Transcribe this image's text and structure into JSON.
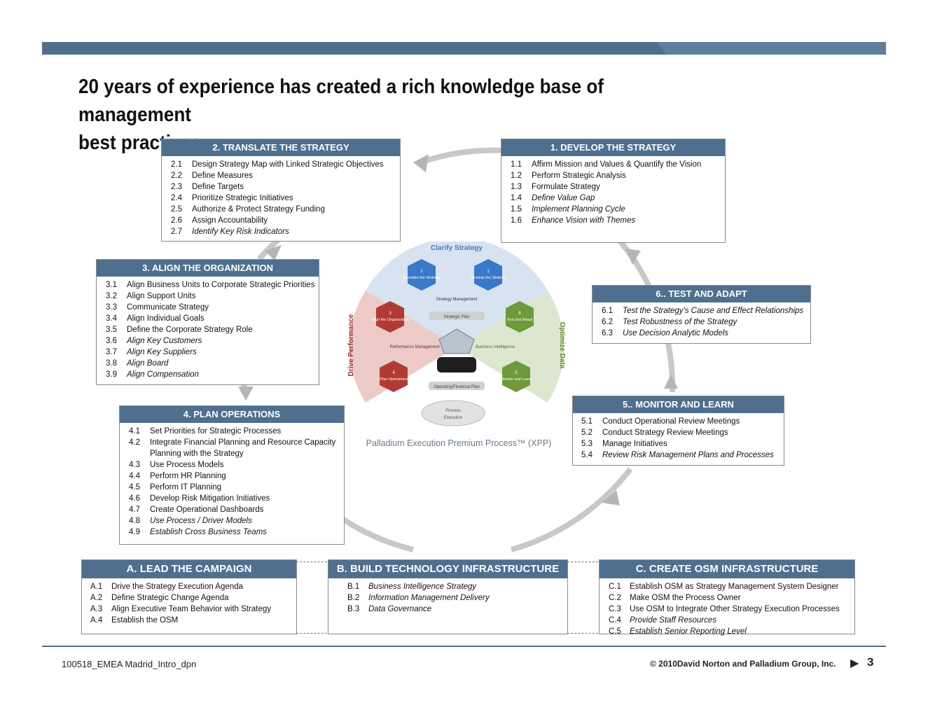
{
  "slide": {
    "title_line1": "20 years of experience has created a rich knowledge base of management",
    "title_line2": "best practices",
    "footer_left": "100518_EMEA Madrid_Intro_dpn",
    "footer_right": "© 2010David Norton and Palladium Group, Inc.",
    "footer_arrow": "▶",
    "page_number": "3"
  },
  "colors": {
    "header": "#4f6f8f",
    "cycle_arrow": "#c8c8c8"
  },
  "boxes": {
    "translate": {
      "header": "2.  TRANSLATE THE STRATEGY",
      "items": [
        {
          "num": "2.1",
          "text": "Design Strategy Map with Linked Strategic Objectives",
          "italic": false
        },
        {
          "num": "2.2",
          "text": "Define Measures",
          "italic": false
        },
        {
          "num": "2.3",
          "text": "Define Targets",
          "italic": false
        },
        {
          "num": "2.4",
          "text": "Prioritize Strategic Initiatives",
          "italic": false
        },
        {
          "num": "2.5",
          "text": "Authorize & Protect Strategy Funding",
          "italic": false
        },
        {
          "num": "2.6",
          "text": "Assign Accountability",
          "italic": false
        },
        {
          "num": "2.7",
          "text": "Identify Key Risk Indicators",
          "italic": true
        }
      ]
    },
    "develop": {
      "header": "1.  DEVELOP THE STRATEGY",
      "items": [
        {
          "num": "1.1",
          "text": "Affirm Mission and Values & Quantify the Vision",
          "italic": false
        },
        {
          "num": "1.2",
          "text": "Perform Strategic Analysis",
          "italic": false
        },
        {
          "num": "1.3",
          "text": "Formulate Strategy",
          "italic": false
        },
        {
          "num": "1.4",
          "text": "Define Value Gap",
          "italic": true
        },
        {
          "num": "1.5",
          "text": "Implement Planning Cycle",
          "italic": true
        },
        {
          "num": "1.6",
          "text": "Enhance Vision with Themes",
          "italic": true
        }
      ]
    },
    "align": {
      "header": "3.  ALIGN THE ORGANIZATION",
      "items": [
        {
          "num": "3.1",
          "text": "Align Business Units to Corporate Strategic Priorities",
          "italic": false
        },
        {
          "num": "3.2",
          "text": "Align Support Units",
          "italic": false
        },
        {
          "num": "3.3",
          "text": "Communicate Strategy",
          "italic": false
        },
        {
          "num": "3.4",
          "text": "Align Individual Goals",
          "italic": false
        },
        {
          "num": "3.5",
          "text": "Define the Corporate Strategy Role",
          "italic": false
        },
        {
          "num": "3.6",
          "text": "Align Key Customers",
          "italic": true
        },
        {
          "num": "3.7",
          "text": "Align Key Suppliers",
          "italic": true
        },
        {
          "num": "3.8",
          "text": "Align Board",
          "italic": true
        },
        {
          "num": "3.9",
          "text": "Align Compensation",
          "italic": true
        }
      ]
    },
    "test": {
      "header": "6..  TEST AND ADAPT",
      "items": [
        {
          "num": "6.1",
          "text": "Test the Strategy's Cause and Effect Relationships",
          "italic": true
        },
        {
          "num": "6.2",
          "text": "Test Robustness of the Strategy",
          "italic": true
        },
        {
          "num": "6.3",
          "text": "Use Decision Analytic Models",
          "italic": true
        }
      ]
    },
    "plan": {
      "header": "4.  PLAN OPERATIONS",
      "items": [
        {
          "num": "4.1",
          "text": "Set Priorities for Strategic Processes",
          "italic": false
        },
        {
          "num": "4.2",
          "text": "Integrate Financial Planning and  Resource Capacity Planning with the Strategy",
          "italic": false
        },
        {
          "num": "4.3",
          "text": "Use Process Models",
          "italic": false
        },
        {
          "num": "4.4",
          "text": "Perform HR Planning",
          "italic": false
        },
        {
          "num": "4.5",
          "text": "Perform IT Planning",
          "italic": false
        },
        {
          "num": "4.6",
          "text": "Develop Risk Mitigation Initiatives",
          "italic": false
        },
        {
          "num": "4.7",
          "text": "Create Operational Dashboards",
          "italic": false
        },
        {
          "num": "4.8",
          "text": "Use Process / Driver Models",
          "italic": true
        },
        {
          "num": "4.9",
          "text": "Establish Cross Business Teams",
          "italic": true
        }
      ]
    },
    "monitor": {
      "header": "5..  MONITOR AND LEARN",
      "items": [
        {
          "num": "5.1",
          "text": "Conduct Operational Review Meetings",
          "italic": false
        },
        {
          "num": "5.2",
          "text": "Conduct Strategy Review Meetings",
          "italic": false
        },
        {
          "num": "5.3",
          "text": "Manage Initiatives",
          "italic": false
        },
        {
          "num": "5.4",
          "text": "Review Risk Management Plans and Processes",
          "italic": true
        }
      ]
    },
    "lead": {
      "header": "A.  LEAD THE CAMPAIGN",
      "items": [
        {
          "num": "A.1",
          "text": "Drive the Strategy Execution Agenda",
          "italic": false
        },
        {
          "num": "A.2",
          "text": "Define Strategic Change Agenda",
          "italic": false
        },
        {
          "num": "A.3",
          "text": "Align Executive Team Behavior with Strategy",
          "italic": false
        },
        {
          "num": "A.4",
          "text": "Establish the OSM",
          "italic": false
        }
      ]
    },
    "build": {
      "header": "B.  BUILD TECHNOLOGY INFRASTRUCTURE",
      "items": [
        {
          "num": "B.1",
          "text": "Business Intelligence Strategy",
          "italic": true
        },
        {
          "num": "B.2",
          "text": "Information Management Delivery",
          "italic": true
        },
        {
          "num": "B.3",
          "text": "Data Governance",
          "italic": true
        }
      ]
    },
    "create": {
      "header": "C.  CREATE OSM INFRASTRUCTURE",
      "items": [
        {
          "num": "C.1",
          "text": "Establish OSM as Strategy Management System Designer",
          "italic": false
        },
        {
          "num": "C.2",
          "text": "Make OSM the Process Owner",
          "italic": false
        },
        {
          "num": "C.3",
          "text": "Use OSM to Integrate Other Strategy Execution Processes",
          "italic": false
        },
        {
          "num": "C.4",
          "text": "Provide Staff Resources",
          "italic": true
        },
        {
          "num": "C.5",
          "text": "Establish Senior Reporting Level",
          "italic": true
        }
      ]
    }
  },
  "diagram": {
    "caption": "Palladium Execution Premium Process™ (XPP)",
    "clarify": "Clarify Strategy",
    "drive": "Drive Performance",
    "optimize": "Optimize Data",
    "hex": [
      {
        "id": "2",
        "label": "Translate the Strategy",
        "color": "#3a78c8"
      },
      {
        "id": "1",
        "label": "Develop the Strategy",
        "color": "#3a78c8"
      },
      {
        "id": "3",
        "label": "Align the Organization",
        "color": "#b23a34"
      },
      {
        "id": "6",
        "label": "Test and Adapt",
        "color": "#6e9a3a"
      },
      {
        "id": "4",
        "label": "Plan Operations",
        "color": "#b23a34"
      },
      {
        "id": "5",
        "label": "Monitor and Learn",
        "color": "#6e9a3a"
      }
    ],
    "strategy_mgmt": "Strategy Management",
    "strategic_plan": "Strategic Plan",
    "perf_mgmt": "Performance Management",
    "biz_intel": "Business Intelligence",
    "op_plan": "Operating/Financial Plan",
    "process": "Process",
    "execution": "Execution"
  }
}
